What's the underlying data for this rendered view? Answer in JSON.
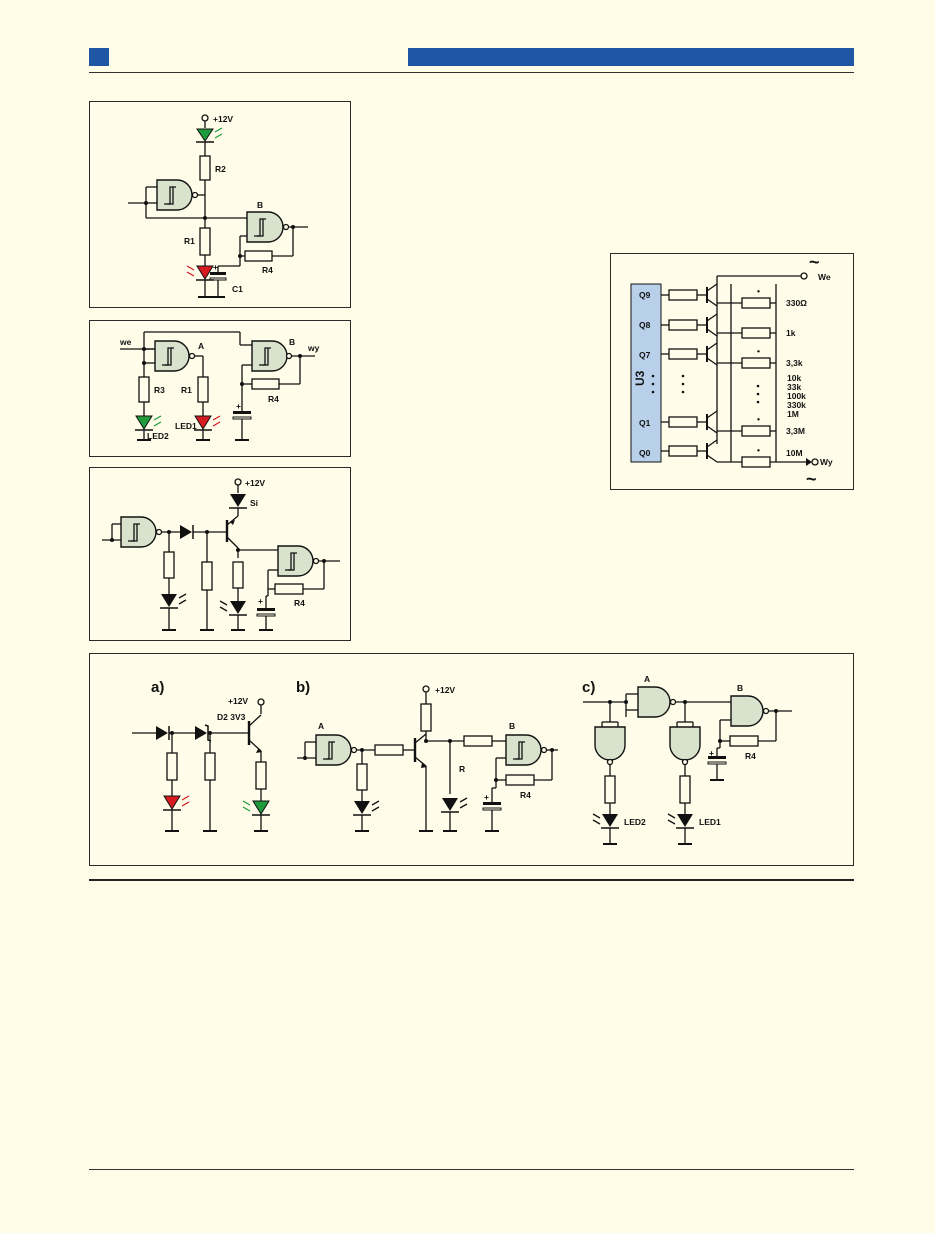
{
  "colors": {
    "page_bg": "#fffde8",
    "header_blue": "#1f57a4",
    "chip_fill": "#b9d0ea",
    "chip_label": "#c8102e",
    "led_green": "#1f9a3c",
    "led_red": "#d71920",
    "gate_fill": "#d8e2cc"
  },
  "panel1": {
    "vcc": "+12V",
    "r2": "R2",
    "r1": "R1",
    "gate_b": "B",
    "r4": "R4",
    "c1": "C1"
  },
  "panel2": {
    "we": "we",
    "wy": "wy",
    "gate_a": "A",
    "gate_b": "B",
    "r3": "R3",
    "r1": "R1",
    "r4": "R4",
    "led2": "LED2",
    "led1": "LED1"
  },
  "panel3": {
    "vcc": "+12V",
    "si": "Si",
    "r4": "R4"
  },
  "panel4": {
    "chip": "U3",
    "outputs": [
      "Q9",
      "Q8",
      "Q7",
      "Q1",
      "Q0"
    ],
    "resistors": [
      "330Ω",
      "1k",
      "3,3k",
      "10k",
      "33k",
      "100k",
      "330k",
      "1M",
      "3,3M",
      "10M"
    ],
    "we": "We",
    "wy": "Wy",
    "tilde": "~"
  },
  "panel5": {
    "a": {
      "label": "a)",
      "vcc": "+12V",
      "d2": "D2 3V3"
    },
    "b": {
      "label": "b)",
      "vcc": "+12V",
      "gate_a": "A",
      "gate_b": "B",
      "r": "R",
      "r4": "R4"
    },
    "c": {
      "label": "c)",
      "gate_a": "A",
      "gate_b": "B",
      "r4": "R4",
      "led2": "LED2",
      "led1": "LED1"
    }
  }
}
